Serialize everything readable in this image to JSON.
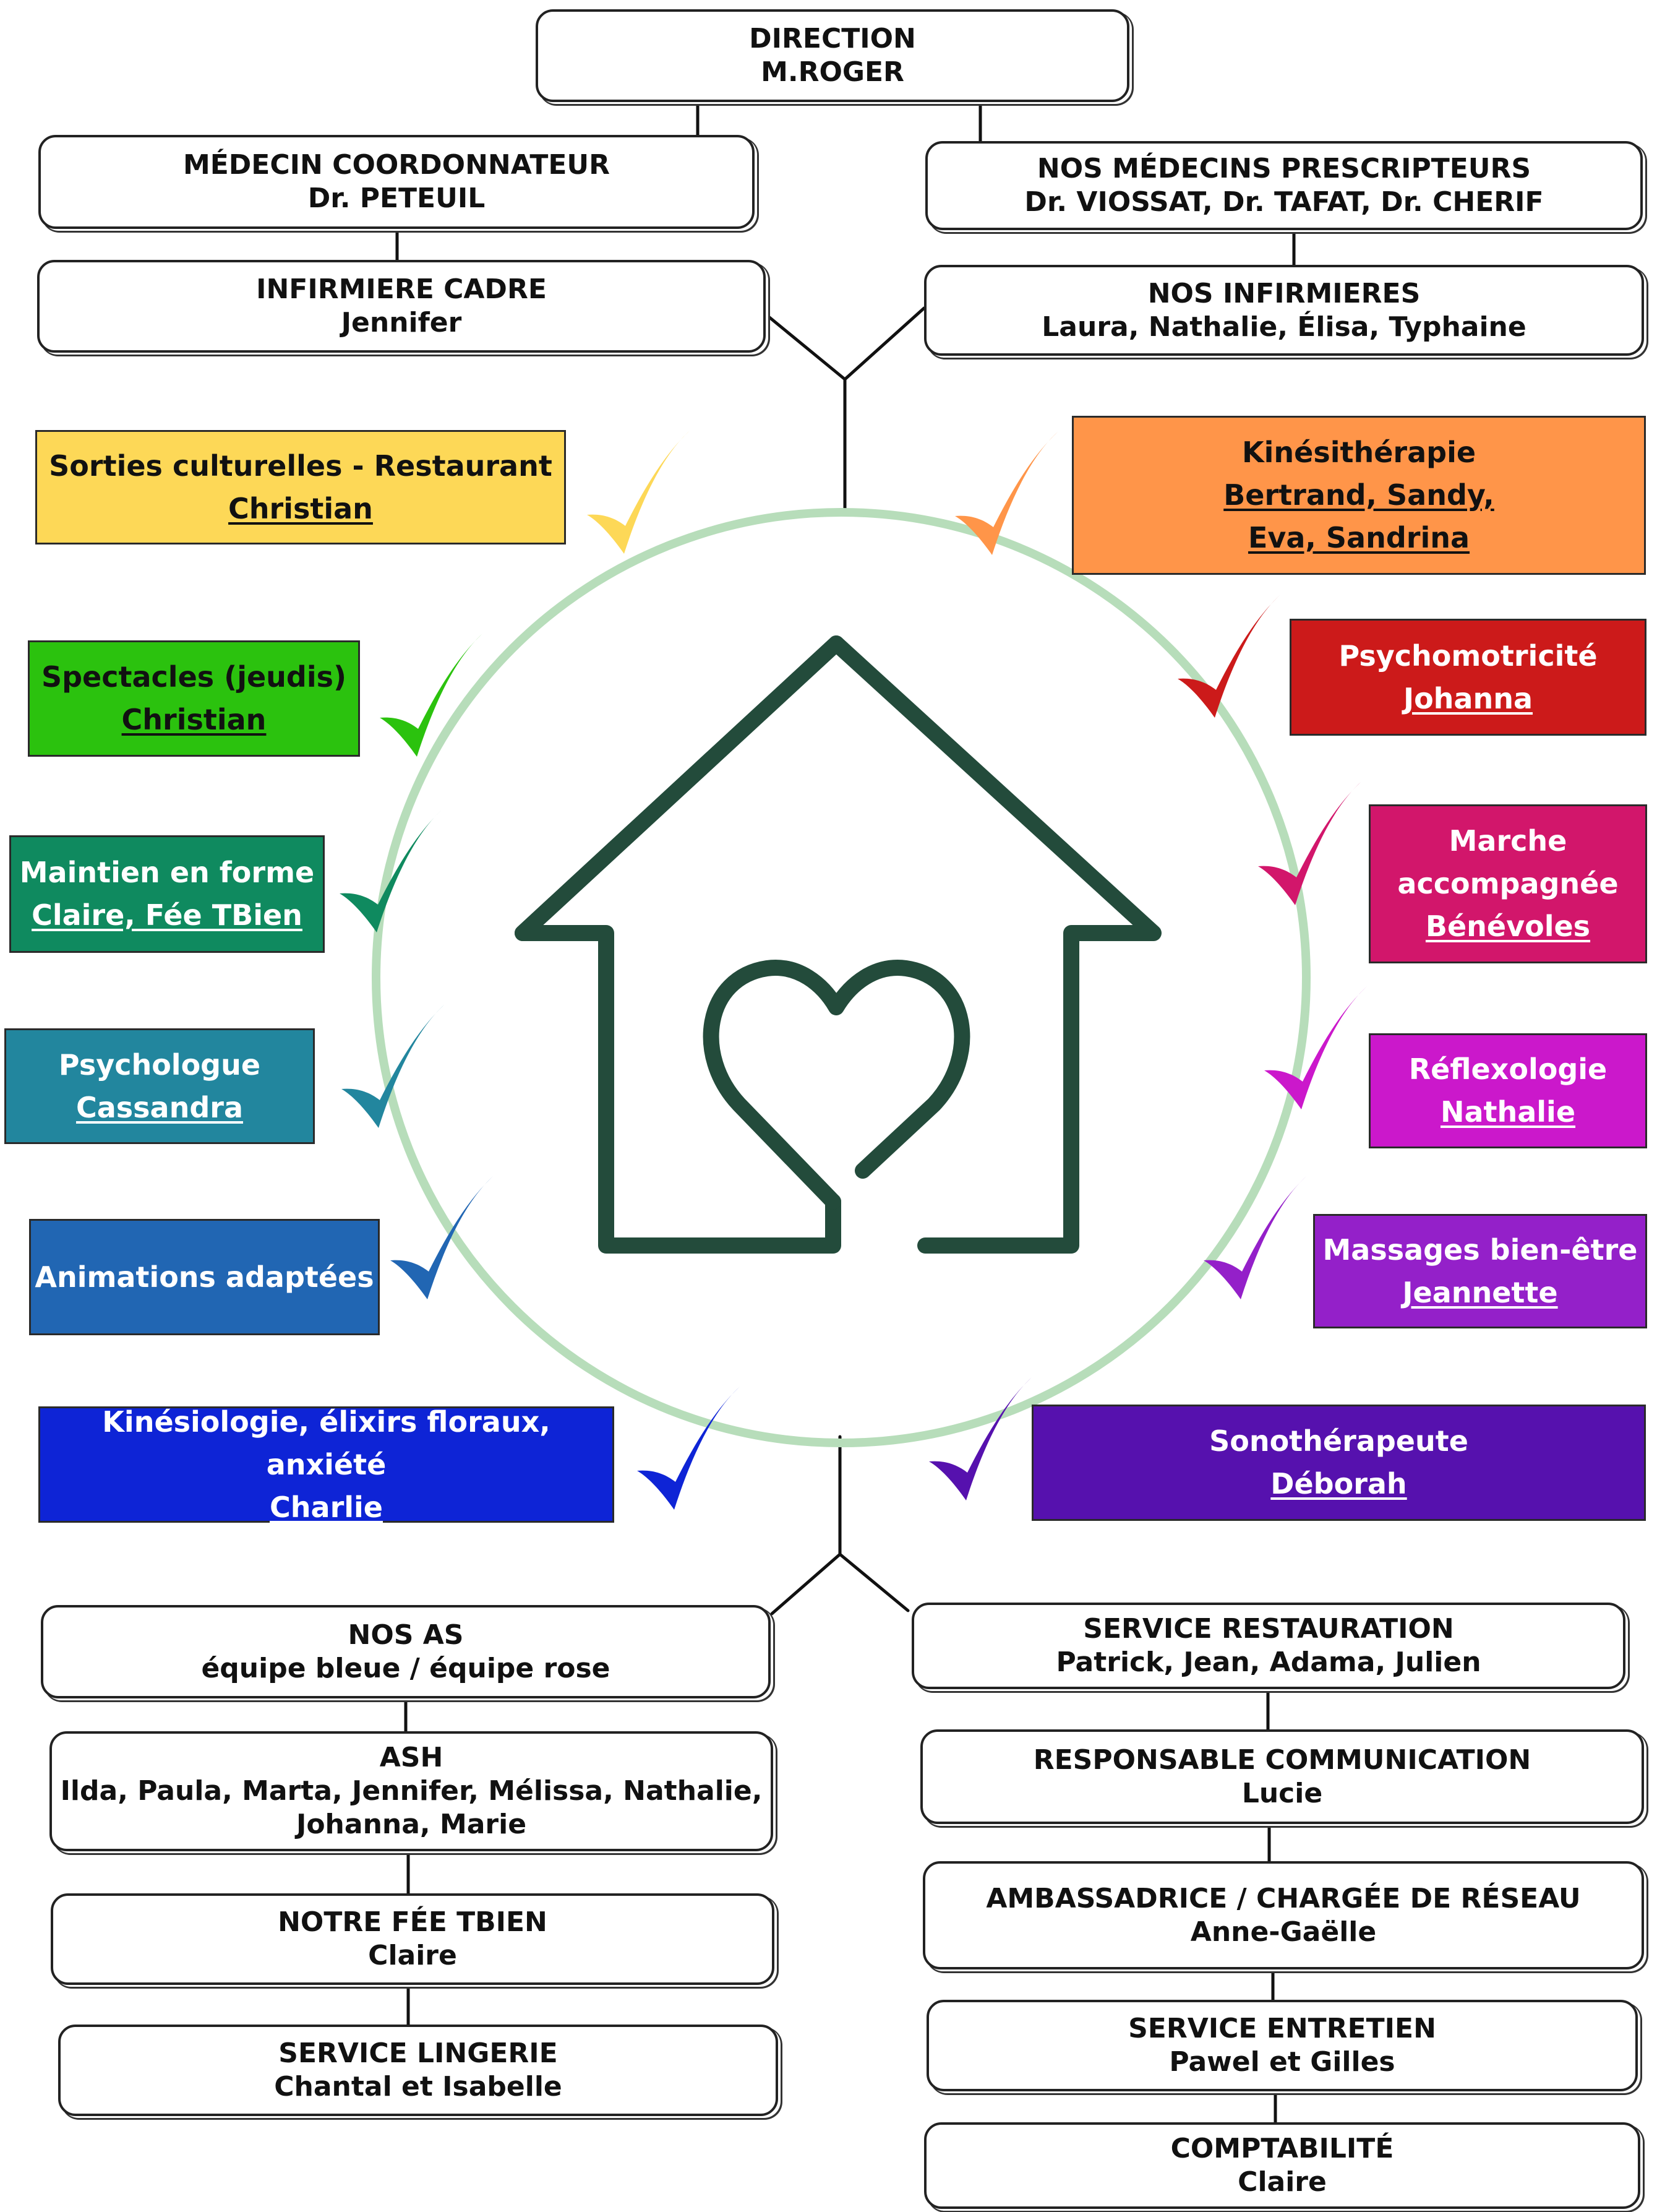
{
  "boxes": [
    {
      "title": "DIRECTION",
      "names": "M.ROGER"
    },
    {
      "title": "MÉDECIN COORDONNATEUR",
      "names": "Dr. PETEUIL"
    },
    {
      "title": "NOS MÉDECINS PRESCRIPTEURS",
      "names": "Dr. VIOSSAT, Dr. TAFAT, Dr. CHERIF"
    },
    {
      "title": "INFIRMIERE CADRE",
      "names": "Jennifer"
    },
    {
      "title": "NOS INFIRMIERES",
      "names": "Laura, Nathalie, Élisa, Typhaine"
    },
    {
      "title": "NOS AS",
      "names": "équipe bleue / équipe rose"
    },
    {
      "title": "SERVICE RESTAURATION",
      "names": "Patrick, Jean, Adama, Julien"
    },
    {
      "title": "ASH",
      "names": "Ilda, Paula, Marta, Jennifer, Mélissa, Nathalie,",
      "names2": "Johanna, Marie"
    },
    {
      "title": "RESPONSABLE COMMUNICATION",
      "names": "Lucie"
    },
    {
      "title": "NOTRE FÉE TBIEN",
      "names": "Claire"
    },
    {
      "title": "AMBASSADRICE / CHARGÉE DE RÉSEAU",
      "names": "Anne-Gaëlle"
    },
    {
      "title": "SERVICE LINGERIE",
      "names": "Chantal et Isabelle"
    },
    {
      "title": "SERVICE ENTRETIEN",
      "names": "Pawel et Gilles"
    },
    {
      "title": "COMPTABILITÉ",
      "names": "Claire"
    }
  ],
  "activities": [
    {
      "title": "Sorties culturelles - Restaurant",
      "person": "Christian",
      "color": "#FDD857",
      "text_color": "#111111"
    },
    {
      "title": "Kinésithérapie",
      "person": "Bertrand, Sandy,",
      "person2": "Eva, Sandrina",
      "color": "#FF9549",
      "text_color": "#111111"
    },
    {
      "title": "Spectacles (jeudis)",
      "person": "Christian",
      "color": "#2BC20E",
      "text_color": "#111111"
    },
    {
      "title": "Psychomotricité",
      "person": "Johanna",
      "color": "#CC1A1A",
      "text_color": "#ffffff"
    },
    {
      "title": "Maintien en forme",
      "person": "Claire, Fée TBien",
      "color": "#0F8A5F",
      "text_color": "#ffffff"
    },
    {
      "title": "Marche",
      "title2": "accompagnée",
      "person": "Bénévoles",
      "color": "#D2166B",
      "text_color": "#ffffff"
    },
    {
      "title": "Psychologue",
      "person": "Cassandra",
      "color": "#22869E",
      "text_color": "#ffffff"
    },
    {
      "title": "Réflexologie",
      "person": "Nathalie",
      "color": "#CB18CB",
      "text_color": "#ffffff"
    },
    {
      "title": "Animations adaptées",
      "color": "#2166B3",
      "text_color": "#ffffff"
    },
    {
      "title": "Massages bien-être",
      "person": "Jeannette",
      "color": "#9420C9",
      "text_color": "#ffffff"
    },
    {
      "title": "Kinésiologie, élixirs floraux, anxiété",
      "person": "Charlie",
      "color": "#0E24D6",
      "text_color": "#ffffff"
    },
    {
      "title": "Sonothérapeute",
      "person": "Déborah",
      "color": "#5611AE",
      "text_color": "#ffffff"
    }
  ],
  "colors": {
    "house": "#234B3B",
    "circle": "#B7DDBA",
    "connector": "#111111"
  },
  "icons": [
    "house-heart-icon",
    "check-icon"
  ]
}
